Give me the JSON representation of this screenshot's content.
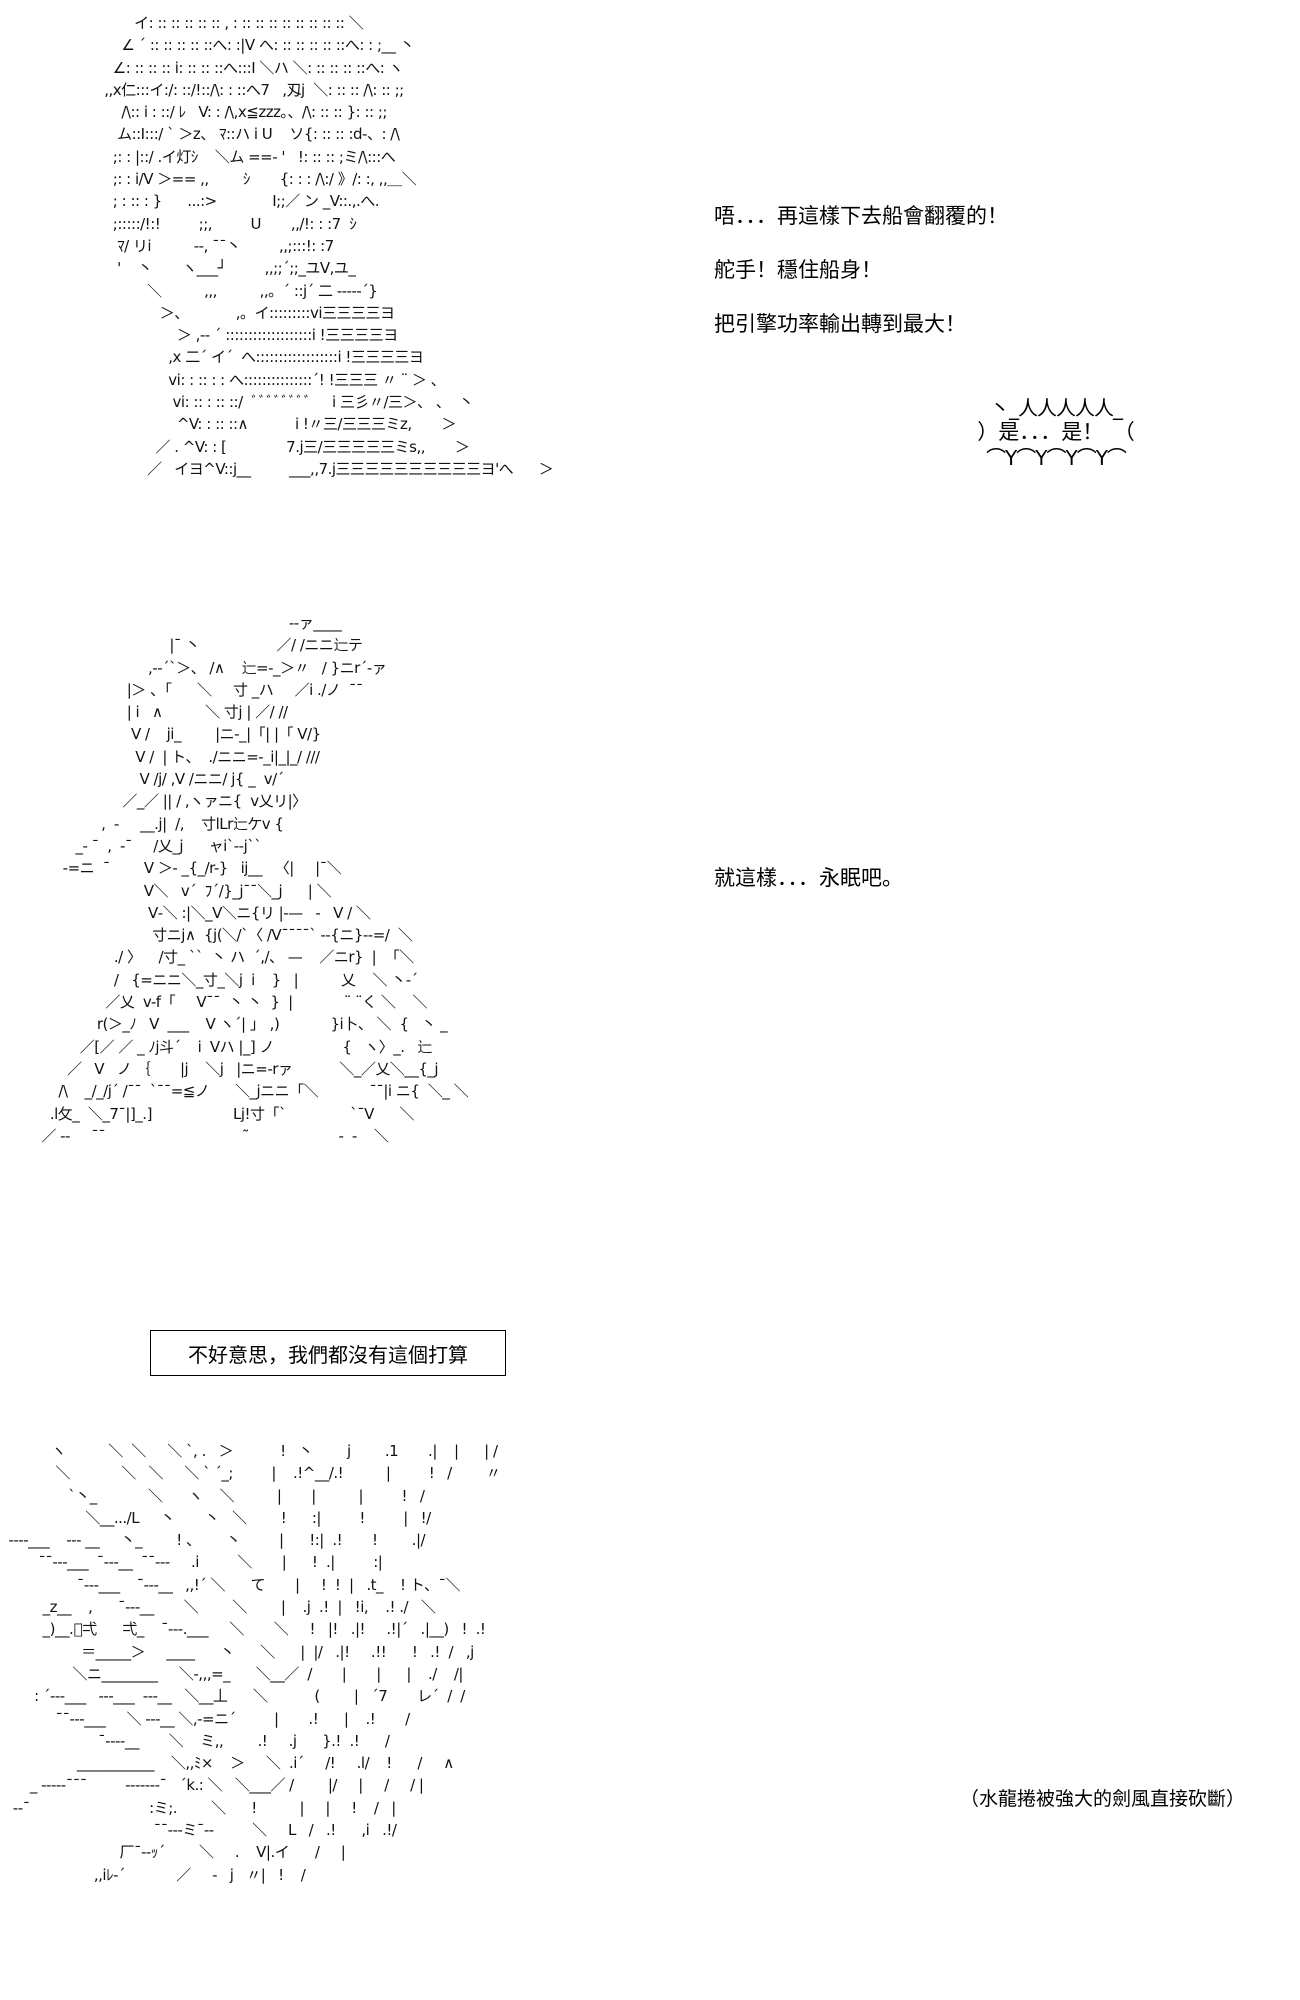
{
  "panel1": {
    "art": [
      "        イ: :: :: :: :: :: , : :: :: :: :: :: :: :: :: ＼",
      "     ∠ ´ :: :: :: :: ::へ: :|V へ: :: :: :: :: ::へ: : ;__ 丶",
      "   ∠: :: :: :: i: :: :: ::へ:::I ＼ハ ＼: :: :: :: ::へ: ヽ",
      " ,,x仁:::イ:/: ::/!::/\\: : ::へ7   ,刄j  ＼: :: :: /\\: :: ;;",
      "     /\\:: i : ::/ ﾚ   V: : /\\,x≦zzz。、/\\: :: :: }: :: ;;",
      "    ム::I:::/ ` ＞z、 ﾏ::ハ i U    ソ{: :: :: :d-、: /\\",
      "   ;: : |::/ .イ灯ｼ    ＼ム ==- '   !: :: :: ;ミ/\\:::へ",
      "   ;: : i/V ＞== ,,        ｼ       {: : : /\\:/ 》/: :, ,,＿＼",
      "   ; : :: : }      ...:>             I;;／ ン _V::.,.へ.",
      "   ;:::::/!:!         ;;,         U       ,,/!: : :7  ｼ",
      "    ﾏ/ リi          --, ¯¯丶         ,,;:::!: :7",
      "    '    丶       ヽ___┘         ,,;;´;;_ユV,ユ_",
      "           ＼          ,,,          ,,。´ ::j´ 二 -----´}",
      "              ＞、           ,。イ:::::::::vi三三三三ヨ",
      "                  ＞ ,-- ´ :::::::::::::::::::i !三三三三ヨ",
      "                ,x 二´ イ´  へ::::::::::::::::::i !三三三三ヨ",
      "                vi: : :: : : へ:::::::::::::::´! !三三三 〃 ¨ ＞ 、",
      "                 vi: :: : :: ::/  ﾞﾞﾞﾞﾞﾞﾞﾞ     i 三彡〃/三＞、 、  丶",
      "                  ^V: : :: ::∧           i !〃三/三三三ミz,       ＞",
      "             ／ . ^V: : [              7.j三/三三三三三ミs,,       ＞",
      "           ／   イヨ^V::j__         ___,,7.j三三三三三三三三三三ヨ'へ      ＞"
    ],
    "lines": [
      "唔．．．再這樣下去船會翻覆的！",
      "舵手！穩住船身！",
      "把引擎功率輸出轉到最大！"
    ],
    "bubble": {
      "top": "丶_人人人人人_",
      "text": "）是．．．是！　（",
      "bottom": "⌒Y⌒Y⌒Y⌒Y⌒"
    }
  },
  "panel2": {
    "art": [
      "                                                               -‐ァ____",
      "                                   |¯ 丶                  ／/ /ニニ辷テ",
      "                              ,-‐´`＞、 /∧    辷=-_＞〃   / }ニr´-ァ",
      "                         |＞ 、「      ＼     寸 _ハ     ／i ./ノ  ¯¯",
      "                         | i   ∧          ＼ 寸j | ／/ //",
      "                          V /    ji_        |ニ-_|「| |「 V/}",
      "                           V /  | ト、  ./ニニ=-_i|_|_/ ///",
      "                            V /j/ ,V /ニニ/ j{ _  v/´",
      "                        ／_／ || / ,ヽァニ{  v乂リ|〉",
      "                   ,  -     __.j|  /,    寸lLr辷ケv {",
      "             _- ¯  ,  -¯     /乂_j      ャi`‐-j``",
      "          ‐=ニ  ¯        V ＞- _{_/r-}   ij__   〈|     |¯＼",
      "                             V＼   v´  ﾌ´/}_j¯¯＼_j      | ＼",
      "                              V‐＼ :|＼_V＼ニ{リ |-—   ‐   V / ＼",
      "                               寸ニj∧  {j(＼/`〈 /V¯¯¯¯` ‐‐{ニ}‐‐=/  ＼",
      "                      ./ 〉    /寸_ ``  丶 ハ  ´,/、 —    ／ニr}  |  「＼",
      "                      /   {=ニニ＼_寸_＼j  i    }   |          乂    ＼ 丶-´",
      "                    ／乂  v-f「     V¯¯  丶 丶  }  |            ¨ ¨く ＼    ＼",
      "                  r(＞_ﾉ   V  ___    V ヽ´| ｣   ,)            }i卜、 ＼  {   丶 _",
      "              ／[／ ／ _ ﾉj斗´    i  Vハ |_] ノ                {   ヽ〉_.   辷",
      "           ／   V   ノ ｛       |j    ＼j   |ニ=‐rァ           ＼_／乂＼__{_j",
      "         /\\    _/_/j´ /¯¯  `¯¯=≦ノ      ＼_jニニ「＼            ¯¯|i ニ{  ＼_ ＼",
      "       .l攵_  ＼_7¯|]_.]                   Lj!寸「`               `¯V      ＼",
      "     ／ ‐‐     ¯¯                                ˜                     ‐  ‐    ＼"
    ],
    "line": "就這樣．．．永眠吧。"
  },
  "panel3": {
    "box_text": "不好意思，我們都沒有這個打算",
    "art": [
      "            ヽ          ＼  ＼     ＼ `, .   ＞           !   丶        j        .1       .|    |      | /",
      "             ＼            ＼   ＼     ＼ ` ´_;         |    .!^__/.!          |         !   /        〃",
      "                `丶_            ＼      ヽ    ＼          |       |          |         !   /",
      "                    ＼__.../L     丶       丶   ＼        !      :|         !         |   !/",
      "  ‐‐‐‐___    ‐‐‐ __     丶_        ! 、      丶         |      !:|  .!       !        .|/",
      "         ¯¯‐‐‐___  ¯‐‐‐__  ¯¯‐‐‐     .i         ＼       |      !  .|         :|",
      "                  ¯‐‐‐___    ¯‐‐‐__   ,,!´ ＼      て       |     !  !  |   .t_    ! ト、¯＼",
      "          _z__    ,      ¯‐‐‐__       ＼        ＼        |    .j  .!  |   !i,    .! ./   ＼",
      "          _)__.ﾞ弌      弌_    ¯‐‐‐.___     ＼       ＼     !   |!   .|!     .!|´   .|__)   !  .!",
      "                   ＝_____＞     ____      丶      ＼      |  |/   .|!     .!!      !   .!  /   ,j",
      "                 ＼ニ________     ＼‐,,,=_      ＼__／  /       |       |      |    ./    /|",
      "        : ´‐‐‐___   ‐‐‐___  ‐‐‐__   ＼__丄      ＼           (        |   ´7       レ´  /  /",
      "             ¯¯‐‐‐___     ＼ ‐‐‐__ ＼,‐=ニ´         |       .!      |    .!       /",
      "                       ¯‐‐‐‐__       ＼    ミ,,        .!     .j      }.!  .!      /",
      "                  ___________    ＼,,ﾐ×    ＞     ＼  .i´     /!     .l/    !      /     ∧",
      "       _ ‐‐‐‐‐¯¯¯         ‐‐‐‐‐‐‐¯   ´k.: ＼   ＼___／ /        |/     |     /     / |",
      "   ‐‐¯                            :ミ;.        ＼      !          |     |     !    /   |",
      "                                    ¯¯‐‐‐ミ¯‐‐         ＼     L   /   .!      ,i   .!/",
      "                            厂¯‐‐ｯ´        ＼     .    V|.イ      /     |",
      "                      ,,iﾚ‐´            ／     -   j   〃|   !    /"
    ],
    "caption": "（水龍捲被強大的劍風直接砍斷）"
  }
}
